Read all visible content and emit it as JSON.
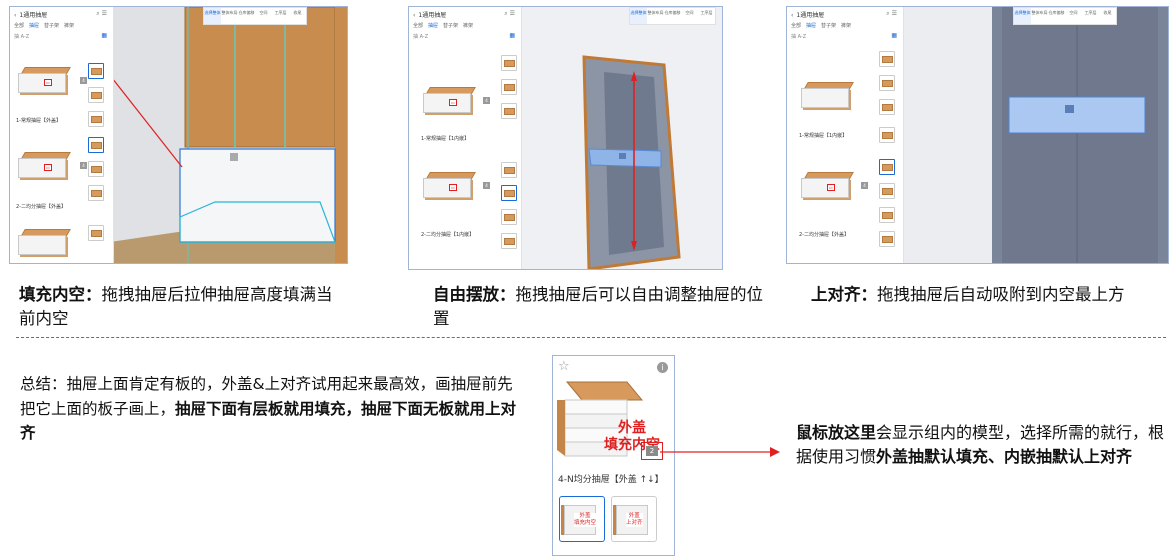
{
  "screenshots": [
    {
      "panel_title": "1通用抽屉",
      "tabs": [
        "全部",
        "抽屉",
        "替子架",
        "裤架"
      ],
      "count": "抽 A-Z",
      "items": [
        {
          "name": "1-常规抽屉【外盖】",
          "tag": "外盖 填充内空"
        },
        {
          "name": "2-二均分抽屉【外盖】",
          "tag": "外盖 填充内空"
        }
      ],
      "toolbar": [
        "选择整体",
        "整体布局",
        "仓库偏移",
        "空间",
        "工序层",
        "收尾"
      ]
    },
    {
      "panel_title": "1通用抽屉",
      "tabs": [
        "全部",
        "抽屉",
        "替子架",
        "裤架"
      ],
      "count": "抽 A-Z",
      "items": [
        {
          "name": "1-常规抽屉【1内嵌】",
          "tag": "内嵌 自由摆放"
        },
        {
          "name": "2-二均分抽屉【1内嵌】",
          "tag": "内嵌 上对齐"
        }
      ],
      "toolbar": [
        "选择整体",
        "整体布局",
        "仓库偏移",
        "空间",
        "工序层",
        "收尾"
      ]
    },
    {
      "panel_title": "1通用抽屉",
      "tabs": [
        "全部",
        "抽屉",
        "替子架",
        "裤架"
      ],
      "count": "抽 A-Z",
      "items": [
        {
          "name": "1-常规抽屉【1内嵌】",
          "tag": ""
        },
        {
          "name": "2-二均分抽屉【外盖】",
          "tag": "外盖 填充内空"
        }
      ],
      "toolbar": [
        "选择整体",
        "整体布局",
        "仓库偏移",
        "空间",
        "工序层",
        "收尾"
      ]
    }
  ],
  "captions": [
    {
      "bold": "填充内空：",
      "text": "拖拽抽屉后拉伸抽屉高度填满当前内空"
    },
    {
      "bold": "自由摆放：",
      "text": "拖拽抽屉后可以自由调整抽屉的位置"
    },
    {
      "bold": "上对齐：",
      "text": "拖拽抽屉后自动吸附到内空最上方"
    }
  ],
  "summary": {
    "plain": "总结：抽屉上面肯定有板的，外盖&上对齐试用起来最高效，画抽屉前先把它上面的板子画上，",
    "bold": "抽屉下面有层板就用填充，抽屉下面无板就用上对齐"
  },
  "card": {
    "tag_line1": "外盖",
    "tag_line2": "填充内空",
    "count": "2",
    "name": "4-N均分抽屉【外盖 ↑↓】",
    "variants": [
      {
        "line1": "外盖",
        "line2": "填充内空"
      },
      {
        "line1": "外盖",
        "line2": "上对齐"
      }
    ]
  },
  "note": {
    "bold1": "鼠标放这里",
    "text1": "会显示组内的模型，选择所需的就行，根据使用习惯",
    "bold2": "外盖抽默认填充、内嵌抽默认上对齐"
  },
  "colors": {
    "accent": "#1a6ad8",
    "arrow": "#e02020",
    "dash": "#3b78c4"
  }
}
